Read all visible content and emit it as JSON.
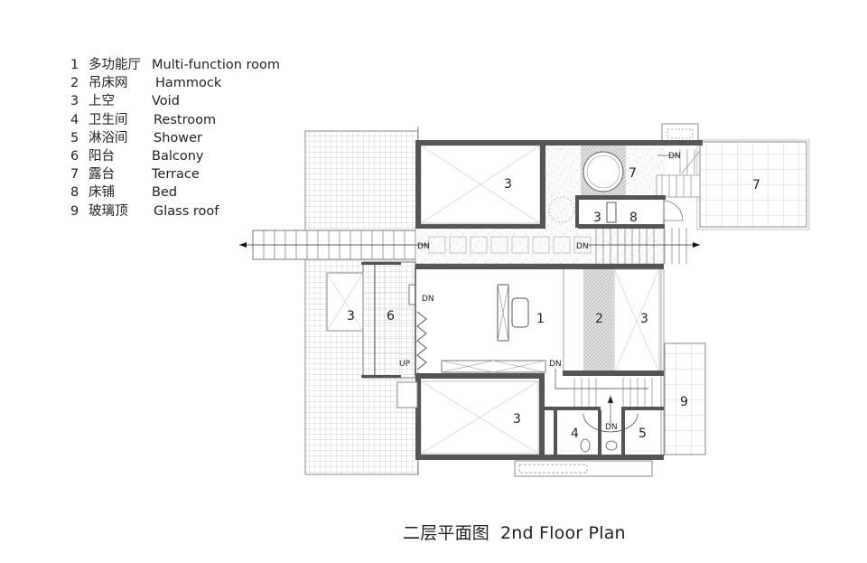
{
  "legend": {
    "items": [
      {
        "num": "1",
        "zh": "多功能厅",
        "en": "Multi-function room"
      },
      {
        "num": "2",
        "zh": "吊床网",
        "en": "Hammock"
      },
      {
        "num": "3",
        "zh": "上空",
        "en": "Void"
      },
      {
        "num": "4",
        "zh": "卫生间",
        "en": "Restroom"
      },
      {
        "num": "5",
        "zh": "淋浴间",
        "en": "Shower"
      },
      {
        "num": "6",
        "zh": "阳台",
        "en": "Balcony"
      },
      {
        "num": "7",
        "zh": "露台",
        "en": "Terrace"
      },
      {
        "num": "8",
        "zh": "床铺",
        "en": "Bed"
      },
      {
        "num": "9",
        "zh": "玻璃顶",
        "en": "Glass roof"
      }
    ]
  },
  "plan": {
    "room_labels": {
      "void_top_left": "3",
      "terrace_inner": "7",
      "void_small": "3",
      "bed": "8",
      "terrace_outer": "7",
      "void_left": "3",
      "balcony": "6",
      "multi_function": "1",
      "hammock": "2",
      "void_right": "3",
      "glass_roof": "9",
      "void_bottom": "3",
      "restroom": "4",
      "shower": "5"
    },
    "annotations": {
      "dn_corridor_left": "DN",
      "dn_corridor_right": "DN",
      "dn_top_stair": "DN",
      "dn_balcony": "DN",
      "up_balcony": "UP",
      "dn_stair_right": "DN",
      "dn_bath": "DN"
    }
  },
  "title": {
    "zh": "二层平面图",
    "en": "2nd Floor Plan"
  },
  "colors": {
    "wall": "#555555",
    "line": "#777777",
    "grid": "#bbbbbb"
  }
}
